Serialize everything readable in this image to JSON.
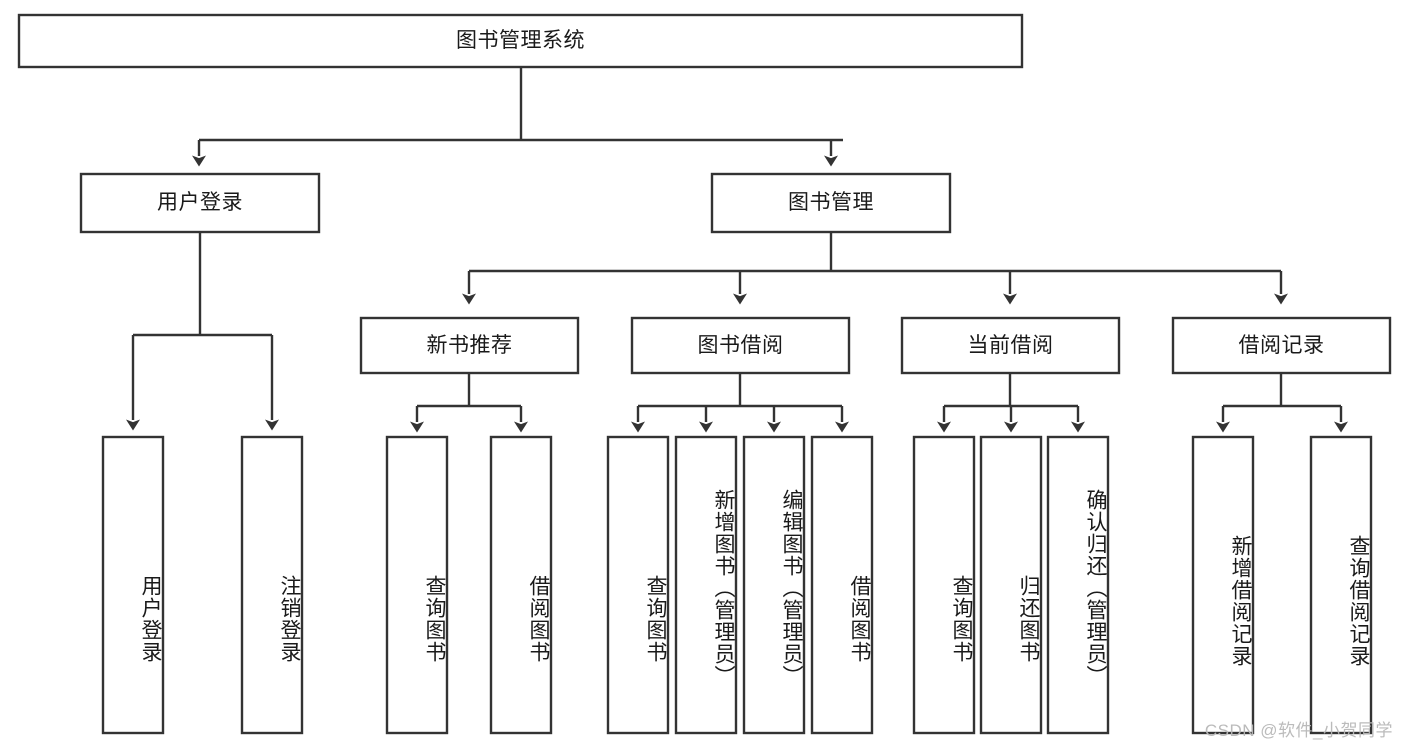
{
  "diagram": {
    "type": "tree-hierarchy",
    "title": "图书管理系统",
    "theme": {
      "background": "#ffffff",
      "box_fill": "#ffffff",
      "box_stroke": "#333333",
      "text_color": "#1a1a1a",
      "watermark_color": "#b8b8b8"
    },
    "levels": [
      {
        "level": 1,
        "nodes": [
          {
            "id": "root",
            "label": "图书管理系统",
            "orientation": "horizontal"
          }
        ]
      },
      {
        "level": 2,
        "nodes": [
          {
            "id": "user-login",
            "label": "用户登录",
            "orientation": "horizontal",
            "parent": "root"
          },
          {
            "id": "book-manage",
            "label": "图书管理",
            "orientation": "horizontal",
            "parent": "root"
          }
        ]
      },
      {
        "level": 3,
        "nodes": [
          {
            "id": "new-book-rec",
            "label": "新书推荐",
            "orientation": "horizontal",
            "parent": "book-manage"
          },
          {
            "id": "book-borrow",
            "label": "图书借阅",
            "orientation": "horizontal",
            "parent": "book-manage"
          },
          {
            "id": "current-borrow",
            "label": "当前借阅",
            "orientation": "horizontal",
            "parent": "book-manage"
          },
          {
            "id": "borrow-record",
            "label": "借阅记录",
            "orientation": "horizontal",
            "parent": "book-manage"
          }
        ]
      },
      {
        "level": 4,
        "nodes": [
          {
            "id": "leaf-user-login",
            "label": "用户登录",
            "orientation": "vertical",
            "parent": "user-login"
          },
          {
            "id": "leaf-logout",
            "label": "注销登录",
            "orientation": "vertical",
            "parent": "user-login"
          },
          {
            "id": "leaf-query-book-1",
            "label": "查询图书",
            "orientation": "vertical",
            "parent": "new-book-rec"
          },
          {
            "id": "leaf-borrow-book-1",
            "label": "借阅图书",
            "orientation": "vertical",
            "parent": "new-book-rec"
          },
          {
            "id": "leaf-query-book-2",
            "label": "查询图书",
            "orientation": "vertical",
            "parent": "book-borrow"
          },
          {
            "id": "leaf-add-book",
            "label": "新增图书（管理员）",
            "orientation": "vertical",
            "parent": "book-borrow"
          },
          {
            "id": "leaf-edit-book",
            "label": "编辑图书（管理员）",
            "orientation": "vertical",
            "parent": "book-borrow"
          },
          {
            "id": "leaf-borrow-book-2",
            "label": "借阅图书",
            "orientation": "vertical",
            "parent": "book-borrow"
          },
          {
            "id": "leaf-query-book-3",
            "label": "查询图书",
            "orientation": "vertical",
            "parent": "current-borrow"
          },
          {
            "id": "leaf-return-book",
            "label": "归还图书",
            "orientation": "vertical",
            "parent": "current-borrow"
          },
          {
            "id": "leaf-confirm-return",
            "label": "确认归还（管理员）",
            "orientation": "vertical",
            "parent": "current-borrow"
          },
          {
            "id": "leaf-add-record",
            "label": "新增借阅记录",
            "orientation": "vertical",
            "parent": "borrow-record"
          },
          {
            "id": "leaf-query-record",
            "label": "查询借阅记录",
            "orientation": "vertical",
            "parent": "borrow-record"
          }
        ]
      }
    ],
    "watermark": "CSDN @软件_小贺同学"
  }
}
